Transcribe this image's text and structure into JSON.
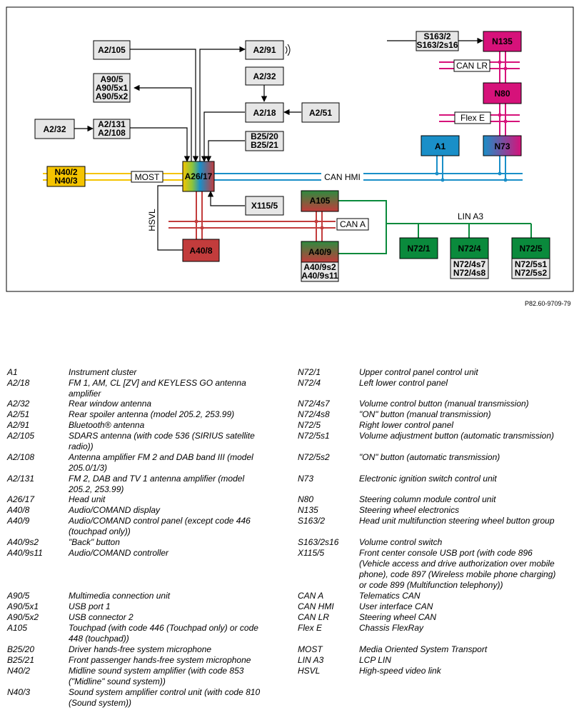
{
  "reference": "P82.60-9709-79",
  "components": {
    "a2_105": "A2/105",
    "a2_91": "A2/91",
    "a2_32_top": "A2/32",
    "a90_5": [
      "A90/5",
      "A90/5x1",
      "A90/5x2"
    ],
    "a2_18": "A2/18",
    "a2_51": "A2/51",
    "a2_32_left": "A2/32",
    "a2_131": [
      "A2/131",
      "A2/108"
    ],
    "b25": [
      "B25/20",
      "B25/21"
    ],
    "n40": [
      "N40/2",
      "N40/3"
    ],
    "a26_17": "A26/17",
    "x115_5": "X115/5",
    "a40_8": "A40/8",
    "a105": "A105",
    "a40_9": "A40/9",
    "a40_9_sub": [
      "A40/9s2",
      "A40/9s11"
    ],
    "s163": [
      "S163/2",
      "S163/2s16"
    ],
    "n135": "N135",
    "n80": "N80",
    "n73": "N73",
    "a1": "A1",
    "n72_1": "N72/1",
    "n72_4": "N72/4",
    "n72_4_sub": [
      "N72/4s7",
      "N72/4s8"
    ],
    "n72_5": "N72/5",
    "n72_5_sub": [
      "N72/5s1",
      "N72/5s2"
    ]
  },
  "buses": {
    "most": "MOST",
    "can_hmi": "CAN HMI",
    "can_a": "CAN A",
    "can_lr": "CAN LR",
    "flex_e": "Flex E",
    "lin_a3": "LIN A3",
    "hsvl": "HSVL"
  },
  "colors": {
    "yellow": "#f5c400",
    "blue": "#1a8fc8",
    "red": "#c23c3c",
    "green": "#0a8a3c",
    "magenta": "#d6127a",
    "grey": "#e6e6e6"
  },
  "legend": {
    "left": [
      {
        "code": "A1",
        "desc": "Instrument cluster"
      },
      {
        "code": "A2/18",
        "desc": "FM 1, AM, CL [ZV] and KEYLESS GO antenna amplifier"
      },
      {
        "code": "A2/32",
        "desc": "Rear window antenna"
      },
      {
        "code": "A2/51",
        "desc": "Rear spoiler antenna (model 205.2, 253.99)"
      },
      {
        "code": "A2/91",
        "desc": "Bluetooth® antenna"
      },
      {
        "code": "A2/105",
        "desc": "SDARS antenna (with code 536 (SIRIUS satellite radio))"
      },
      {
        "code": "A2/108",
        "desc": "Antenna amplifier FM 2 and DAB band III (model 205.0/1/3)"
      },
      {
        "code": "A2/131",
        "desc": "FM 2, DAB and TV 1 antenna amplifier (model 205.2, 253.99)"
      },
      {
        "code": "A26/17",
        "desc": "Head unit"
      },
      {
        "code": "A40/8",
        "desc": "Audio/COMAND display"
      },
      {
        "code": "A40/9",
        "desc": "Audio/COMAND control panel (except code 446 (touchpad only))"
      },
      {
        "code": "A40/9s2",
        "desc": "\"Back\" button"
      },
      {
        "code": "A40/9s11",
        "desc": "Audio/COMAND controller"
      },
      {
        "code": "A90/5",
        "desc": "Multimedia connection unit"
      },
      {
        "code": "A90/5x1",
        "desc": "USB port 1"
      },
      {
        "code": "A90/5x2",
        "desc": "USB connector 2"
      },
      {
        "code": "A105",
        "desc": "Touchpad (with code 446 (Touchpad only) or code 448 (touchpad))"
      },
      {
        "code": "B25/20",
        "desc": "Driver hands-free system microphone"
      },
      {
        "code": "B25/21",
        "desc": "Front passenger hands-free system microphone"
      },
      {
        "code": "N40/2",
        "desc": "Midline sound system amplifier (with code 853 (\"Midline\" sound system))"
      },
      {
        "code": "N40/3",
        "desc": "Sound system amplifier control unit (with code 810 (Sound system))"
      }
    ],
    "right": [
      {
        "code": "N72/1",
        "desc": "Upper control panel control unit"
      },
      {
        "code": "N72/4",
        "desc": "Left lower control panel"
      },
      {
        "code": "N72/4s7",
        "desc": "Volume control button (manual transmission)"
      },
      {
        "code": "N72/4s8",
        "desc": "\"ON\" button (manual transmission)"
      },
      {
        "code": "N72/5",
        "desc": "Right lower control panel"
      },
      {
        "code": "N72/5s1",
        "desc": "Volume adjustment button (automatic transmission)"
      },
      {
        "code": "N72/5s2",
        "desc": "\"ON\" button (automatic transmission)"
      },
      {
        "code": "N73",
        "desc": "Electronic ignition switch control unit"
      },
      {
        "code": "N80",
        "desc": "Steering column module control unit"
      },
      {
        "code": "N135",
        "desc": "Steering wheel electronics"
      },
      {
        "code": "S163/2",
        "desc": "Head unit multifunction steering wheel button group"
      },
      {
        "code": "S163/2s16",
        "desc": "Volume control switch"
      },
      {
        "code": "X115/5",
        "desc": "Front center console USB port (with code 896 (Vehicle access and drive authorization over mobile phone), code 897 (Wireless mobile phone charging) or code 899 (Multifunction telephony))"
      },
      {
        "code": "CAN A",
        "desc": "Telematics CAN"
      },
      {
        "code": "CAN HMI",
        "desc": "User interface CAN"
      },
      {
        "code": "CAN LR",
        "desc": "Steering wheel CAN"
      },
      {
        "code": "Flex E",
        "desc": "Chassis FlexRay"
      },
      {
        "code": "MOST",
        "desc": "Media Oriented System Transport"
      },
      {
        "code": "LIN A3",
        "desc": "LCP LIN"
      },
      {
        "code": "HSVL",
        "desc": "High-speed video link"
      }
    ]
  }
}
